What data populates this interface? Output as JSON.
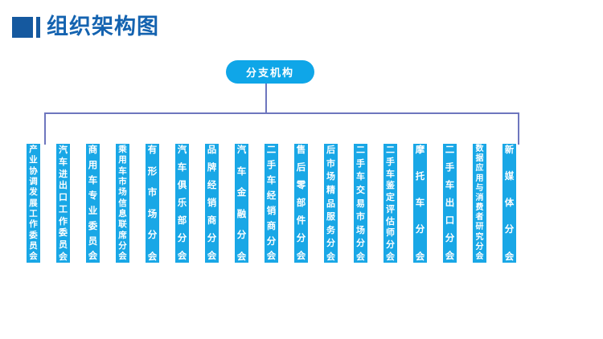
{
  "page": {
    "background_color": "#ffffff",
    "title": "组织架构图",
    "title_color": "#1463b0",
    "accent_color": "#15599f",
    "node_color": "#0fa6e8",
    "leaf_color": "#19a7e6",
    "connector_color": "#6e76be"
  },
  "chart_data": {
    "type": "diagram",
    "diagram_kind": "organization-chart",
    "title": "组织架构图",
    "root": "分支机构",
    "orientation": "top-down",
    "leaf_count": 17,
    "leaves": [
      "产业协调发展工作委员会",
      "汽车进出口工作委员会",
      "商用车专业委员会",
      "乘用车市场信息联席分会",
      "有形市场分会",
      "汽车俱乐部分会",
      "品牌经销商分会",
      "汽车金融分会",
      "二手车经销商分会",
      "售后零部件分会",
      "后市场精品服务分会",
      "二手车交易市场分会",
      "二手车鉴定评估师分会",
      "摩托车分会",
      "二手车出口分会",
      "数据应用与消费者研究分会",
      "新媒体分会"
    ]
  }
}
